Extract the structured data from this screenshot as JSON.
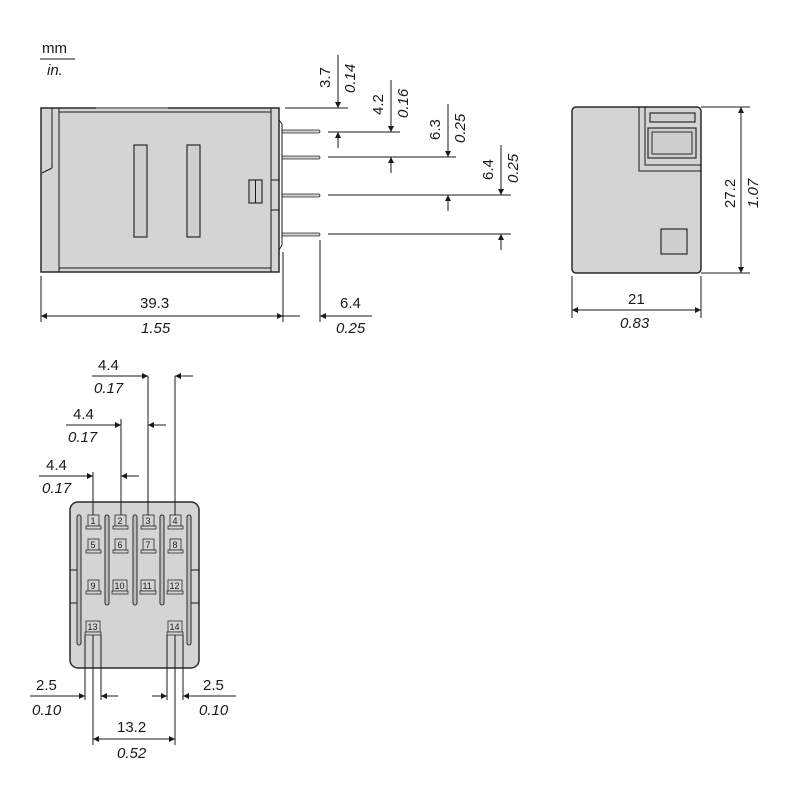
{
  "units": {
    "primary": "mm",
    "secondary": "in."
  },
  "side_view": {
    "overall_length": {
      "mm": "39.3",
      "in": "1.55"
    },
    "pin_length": {
      "mm": "6.4",
      "in": "0.25"
    },
    "pin_spacings": [
      {
        "mm": "3.7",
        "in": "0.14"
      },
      {
        "mm": "4.2",
        "in": "0.16"
      },
      {
        "mm": "6.3",
        "in": "0.25"
      },
      {
        "mm": "6.4",
        "in": "0.25"
      }
    ]
  },
  "end_view": {
    "width": {
      "mm": "21",
      "in": "0.83"
    },
    "height": {
      "mm": "27.2",
      "in": "1.07"
    }
  },
  "bottom_view": {
    "column_pitch": [
      {
        "mm": "4.4",
        "in": "0.17"
      },
      {
        "mm": "4.4",
        "in": "0.17"
      },
      {
        "mm": "4.4",
        "in": "0.17"
      }
    ],
    "coil_pin_width_left": {
      "mm": "2.5",
      "in": "0.10"
    },
    "coil_pin_width_right": {
      "mm": "2.5",
      "in": "0.10"
    },
    "coil_pin_spacing": {
      "mm": "13.2",
      "in": "0.52"
    },
    "terminals": [
      "1",
      "2",
      "3",
      "4",
      "5",
      "6",
      "7",
      "8",
      "9",
      "10",
      "11",
      "12",
      "13",
      "14"
    ]
  },
  "colors": {
    "body_fill": "#d4d4d4",
    "line": "#1a1a1a"
  }
}
